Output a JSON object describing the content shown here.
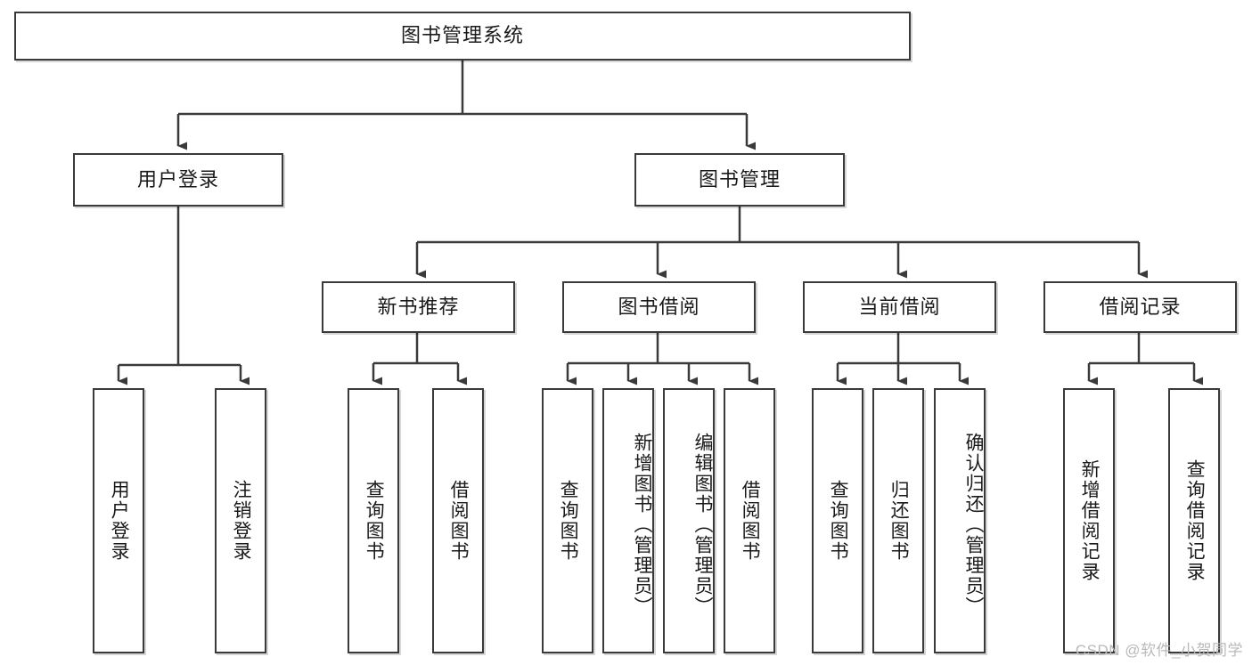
{
  "diagram": {
    "type": "tree",
    "title": "图书管理系统",
    "watermark": "CSDN @软件_小贺同学",
    "colors": {
      "box_border": "#3a3a3a",
      "box_fill": "#ffffff",
      "edge": "#3a3a3a",
      "text": "#1a1a1a",
      "watermark": "#b9b9b9"
    },
    "levels": {
      "root": {
        "label": "图书管理系统"
      },
      "level2": [
        {
          "label": "用户登录"
        },
        {
          "label": "图书管理"
        }
      ],
      "level3": [
        {
          "label": "新书推荐"
        },
        {
          "label": "图书借阅"
        },
        {
          "label": "当前借阅"
        },
        {
          "label": "借阅记录"
        }
      ],
      "leaves": [
        {
          "label": "用户登录",
          "parent": "用户登录"
        },
        {
          "label": "注销登录",
          "parent": "用户登录"
        },
        {
          "label": "查询图书",
          "parent": "新书推荐"
        },
        {
          "label": "借阅图书",
          "parent": "新书推荐"
        },
        {
          "label": "查询图书",
          "parent": "图书借阅"
        },
        {
          "label": "新增图书（管理员）",
          "parent": "图书借阅"
        },
        {
          "label": "编辑图书（管理员）",
          "parent": "图书借阅"
        },
        {
          "label": "借阅图书",
          "parent": "图书借阅"
        },
        {
          "label": "查询图书",
          "parent": "当前借阅"
        },
        {
          "label": "归还图书",
          "parent": "当前借阅"
        },
        {
          "label": "确认归还（管理员）",
          "parent": "当前借阅"
        },
        {
          "label": "新增借阅记录",
          "parent": "借阅记录"
        },
        {
          "label": "查询借阅记录",
          "parent": "借阅记录"
        }
      ]
    }
  }
}
